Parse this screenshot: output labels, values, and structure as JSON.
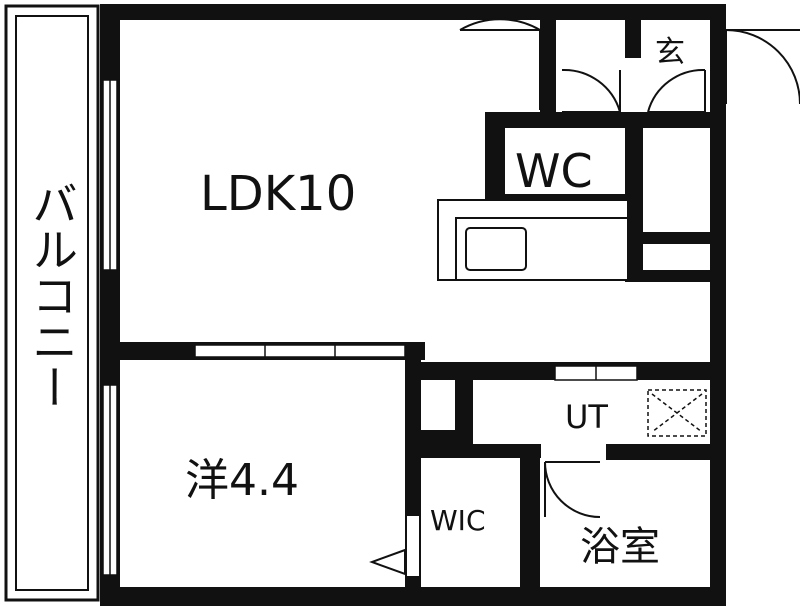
{
  "rooms": {
    "balcony": "バルコニー",
    "ldk": "LDK10",
    "western": "洋4.4",
    "wc": "WC",
    "entrance": "玄",
    "ut": "UT",
    "wic": "WIC",
    "bath": "浴室"
  }
}
